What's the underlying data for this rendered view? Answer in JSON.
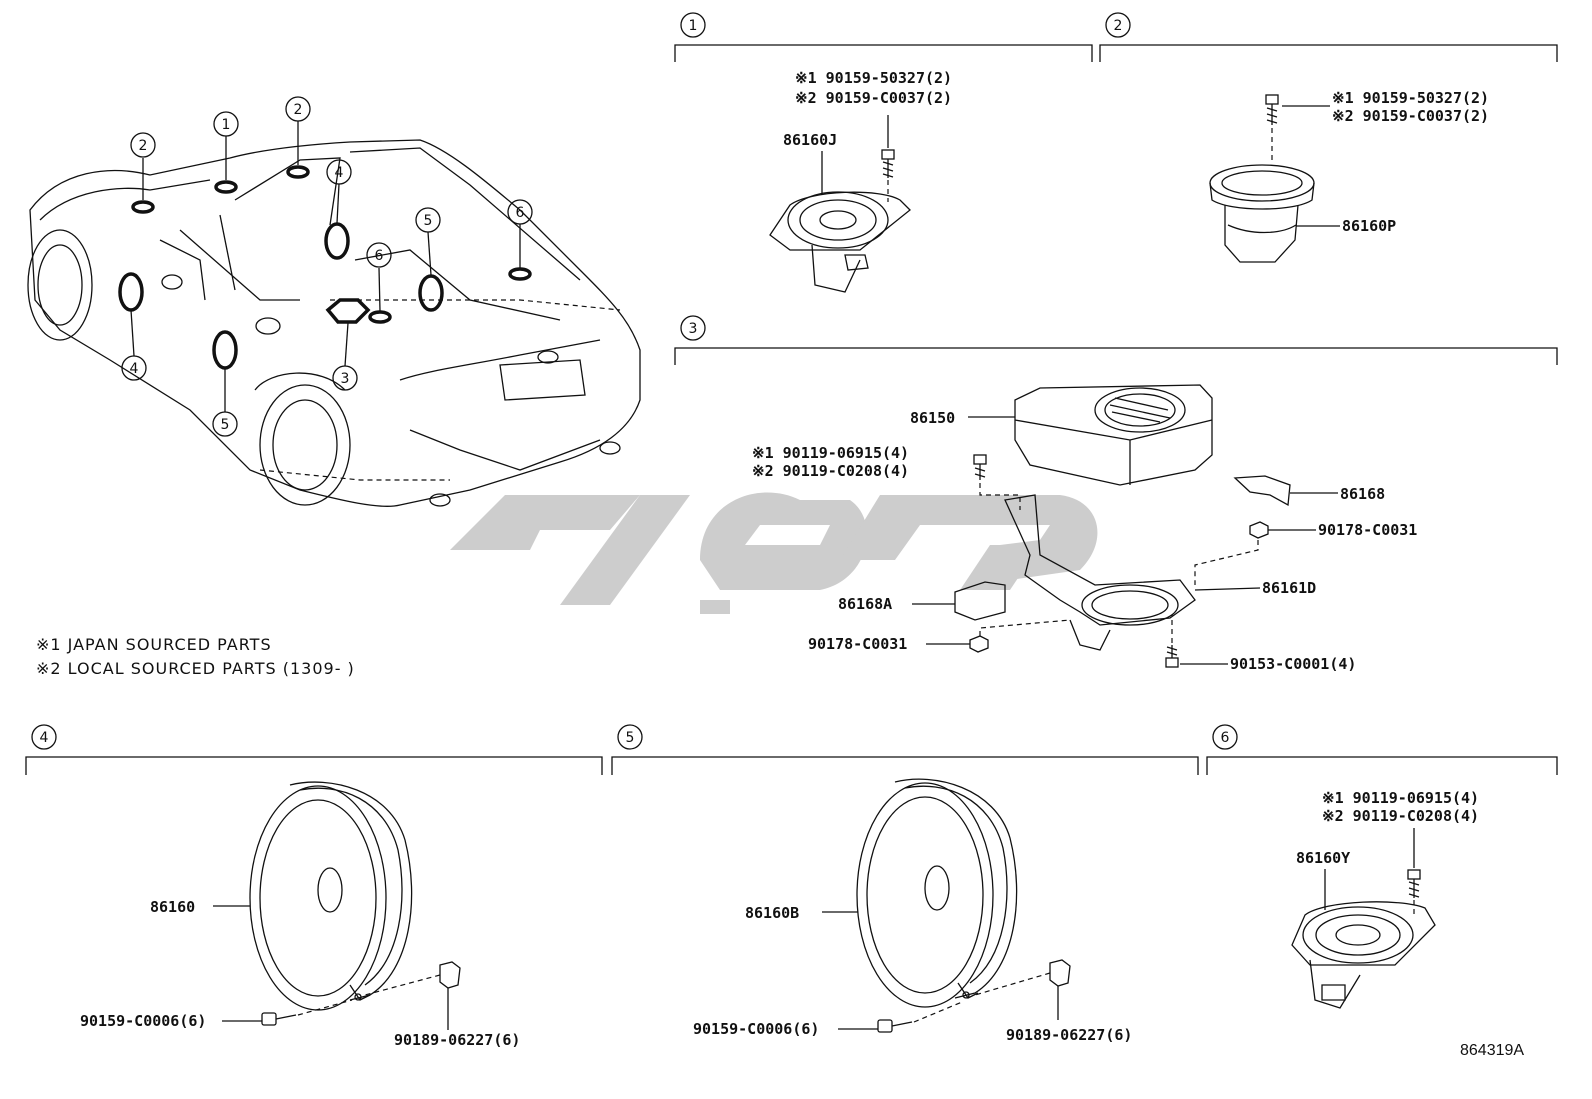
{
  "sections": [
    {
      "num": "1",
      "parts": [
        {
          "label": "86160J"
        },
        {
          "label": "※1 90159-50327(2)"
        },
        {
          "label": "※2 90159-C0037(2)"
        }
      ]
    },
    {
      "num": "2",
      "parts": [
        {
          "label": "86160P"
        },
        {
          "label": "※1 90159-50327(2)"
        },
        {
          "label": "※2 90159-C0037(2)"
        }
      ]
    },
    {
      "num": "3",
      "parts": [
        {
          "label": "86150"
        },
        {
          "label": "※1 90119-06915(4)"
        },
        {
          "label": "※2 90119-C0208(4)"
        },
        {
          "label": "86168"
        },
        {
          "label": "90178-C0031"
        },
        {
          "label": "86161D"
        },
        {
          "label": "86168A"
        },
        {
          "label": "90178-C0031"
        },
        {
          "label": "90153-C0001(4)"
        }
      ]
    },
    {
      "num": "4",
      "parts": [
        {
          "label": "86160"
        },
        {
          "label": "90159-C0006(6)"
        },
        {
          "label": "90189-06227(6)"
        }
      ]
    },
    {
      "num": "5",
      "parts": [
        {
          "label": "86160B"
        },
        {
          "label": "90159-C0006(6)"
        },
        {
          "label": "90189-06227(6)"
        }
      ]
    },
    {
      "num": "6",
      "parts": [
        {
          "label": "※1 90119-06915(4)"
        },
        {
          "label": "※2 90119-C0208(4)"
        },
        {
          "label": "86160Y"
        }
      ]
    }
  ],
  "car_callouts": [
    "2",
    "1",
    "2",
    "4",
    "5",
    "6",
    "6",
    "4",
    "3",
    "5"
  ],
  "notes": [
    "※1 JAPAN SOURCED PARTS",
    "※2 LOCAL SOURCED PARTS (1309-       )"
  ],
  "diagram_code": "864319A",
  "colors": {
    "line": "#111111",
    "watermark": "#c8c8c8",
    "background": "#ffffff"
  }
}
